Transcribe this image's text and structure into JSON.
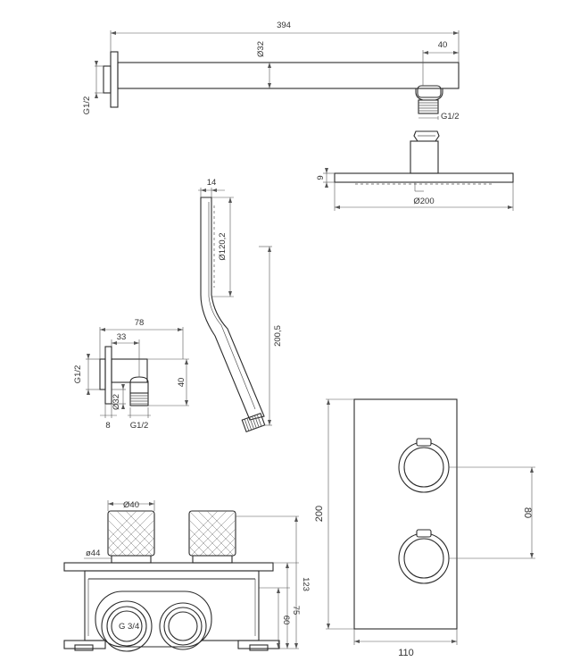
{
  "colors": {
    "line": "#2b2b2b",
    "dimension": "#555555",
    "background": "#ffffff"
  },
  "shower_arm": {
    "length_label": "394",
    "diameter_label": "Ø32",
    "elbow_label": "40",
    "wall_thread_label": "G1/2",
    "outlet_thread_label": "G1/2"
  },
  "shower_head": {
    "thickness_label": "9",
    "diameter_label": "Ø200"
  },
  "hand_shower": {
    "top_label": "14",
    "head_diameter_label": "Ø120,2",
    "length_label": "200,5"
  },
  "wall_outlet": {
    "depth_label": "78",
    "offset_label": "33",
    "height_label": "40",
    "inlet_thread_label": "G1/2",
    "flange_diameter_label": "Ø32",
    "flange_label": "8",
    "outlet_thread_label": "G1/2"
  },
  "valve_body": {
    "knob_diameter_label": "Ø40",
    "rosette_label": "ø44",
    "connection_label": "G 3/4",
    "depth_total_label": "123",
    "depth_max_label": "75",
    "depth_min_label": "60"
  },
  "cover_plate": {
    "height_label": "200",
    "spacing_label": "80",
    "width_label": "110"
  }
}
